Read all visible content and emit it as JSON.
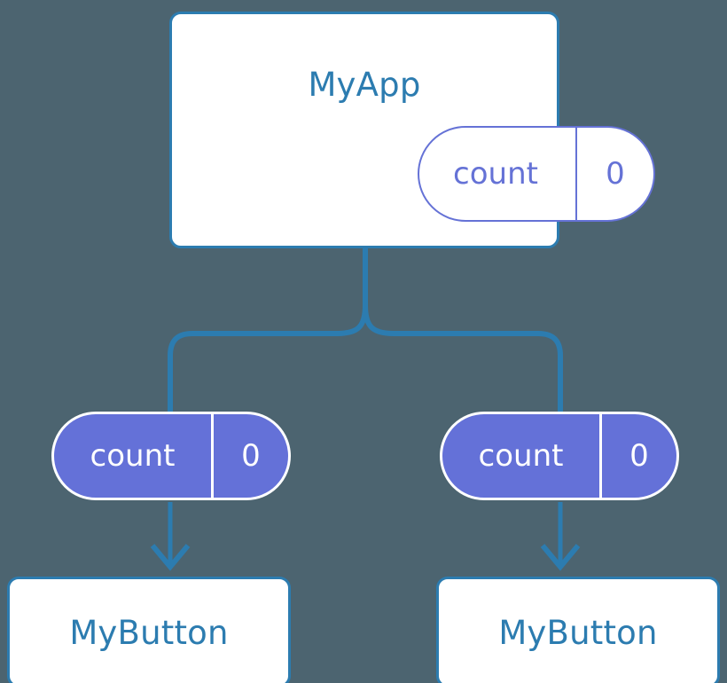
{
  "diagram": {
    "title": "MyApp component tree with count state",
    "background_color": "#4c6470",
    "colors": {
      "component_blue": "#2c7cb0",
      "state_purple": "#6471d8",
      "state_purple_outline": "#6572d6",
      "box_fill": "#ffffff",
      "connector_blue": "#2c7cb0"
    }
  },
  "root": {
    "name": "root-component",
    "title": "MyApp",
    "state": {
      "key": "count",
      "value": "0"
    }
  },
  "children": [
    {
      "name": "left-child",
      "title": "MyButton",
      "state": {
        "key": "count",
        "value": "0"
      }
    },
    {
      "name": "right-child",
      "title": "MyButton",
      "state": {
        "key": "count",
        "value": "0"
      }
    }
  ],
  "connectors": {
    "trunk_label": "state-flow-trunk",
    "left_arrow_label": "state-flow-arrow-left",
    "right_arrow_label": "state-flow-arrow-right"
  }
}
